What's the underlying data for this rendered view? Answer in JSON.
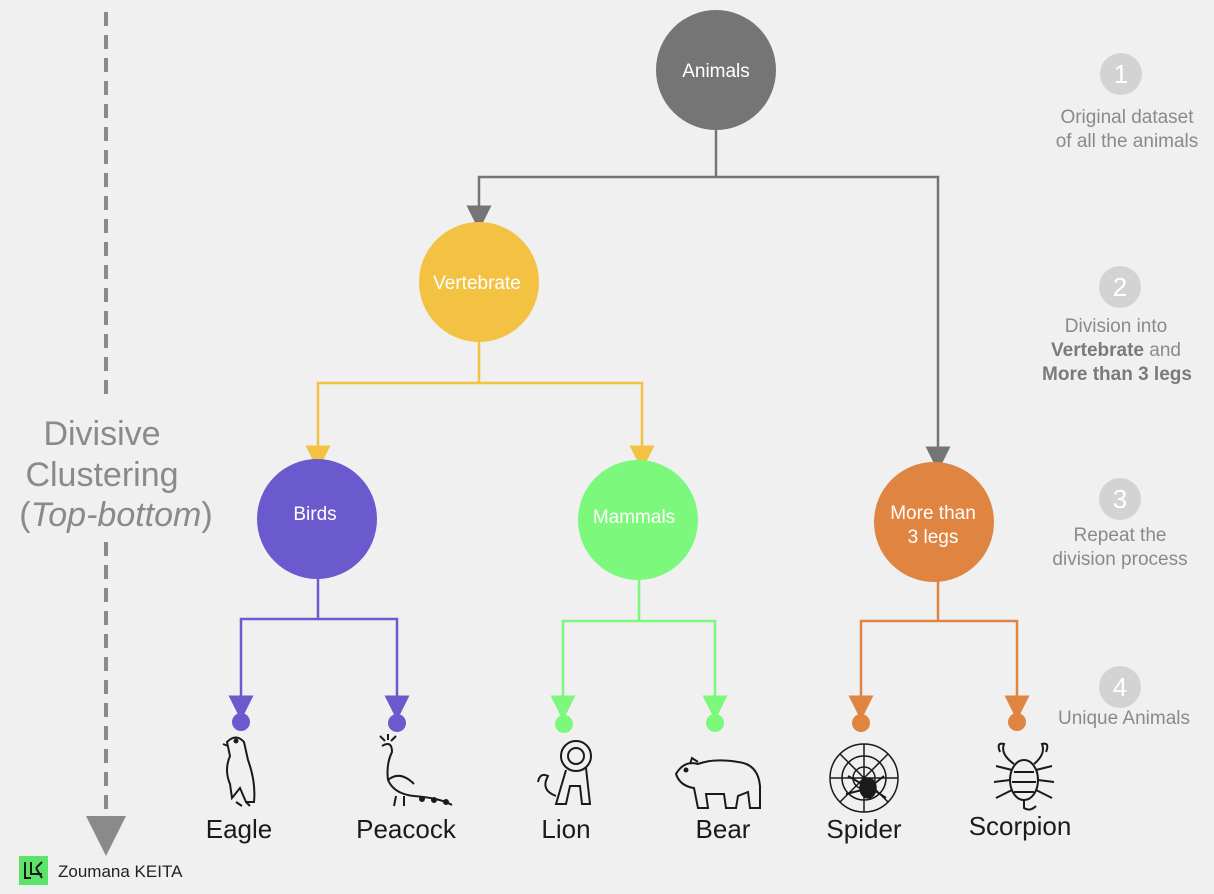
{
  "diagram": {
    "root": {
      "label": "Animals",
      "color": "#757575"
    },
    "vertebrate": {
      "label": "Vertebrate",
      "color": "#f4c243"
    },
    "birds": {
      "label": "Birds",
      "color": "#6a5acd"
    },
    "mammals": {
      "label": "Mammals",
      "color": "#7cf97c"
    },
    "more_legs": {
      "label_line1": "More than",
      "label_line2": "3 legs",
      "color": "#e08442"
    },
    "leaves": [
      {
        "label": "Eagle",
        "icon": "eagle-icon"
      },
      {
        "label": "Peacock",
        "icon": "peacock-icon"
      },
      {
        "label": "Lion",
        "icon": "lion-icon"
      },
      {
        "label": "Bear",
        "icon": "bear-icon"
      },
      {
        "label": "Spider",
        "icon": "spider-icon"
      },
      {
        "label": "Scorpion",
        "icon": "scorpion-icon"
      }
    ]
  },
  "side_label": {
    "line1": "Divisive",
    "line2": "Clustering",
    "line3_open": "(",
    "line3_italic": "Top-bottom",
    "line3_close": ")"
  },
  "steps": [
    {
      "number": "1",
      "line1": "Original dataset",
      "line2": "of all the animals"
    },
    {
      "number": "2",
      "line1": "Division into",
      "line2_bold": "Vertebrate",
      "line2_rest": " and",
      "line3_bold": "More than 3 legs"
    },
    {
      "number": "3",
      "line1": "Repeat the",
      "line2": "division process"
    },
    {
      "number": "4",
      "line1": "Unique Animals"
    }
  ],
  "author": {
    "name": "Zoumana KEITA",
    "logo": "dc-logo-icon"
  },
  "colors": {
    "background": "#f0f0f0",
    "gray": "#757575",
    "yellow": "#f4c243",
    "purple": "#6a5acd",
    "green": "#7cf97c",
    "orange": "#e08442",
    "step_badge": "#d3d3d3",
    "logo_green": "#5ee36a"
  }
}
